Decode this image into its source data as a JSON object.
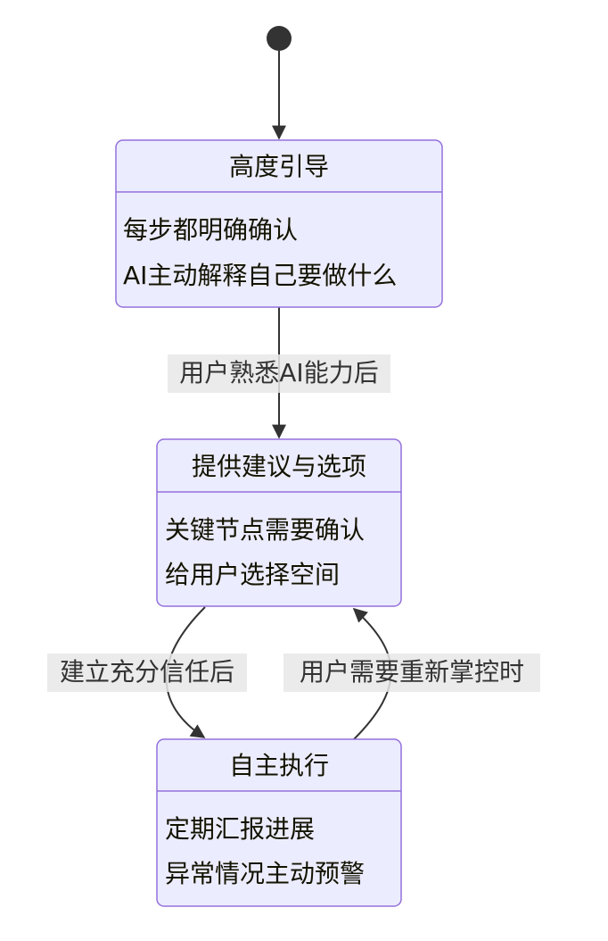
{
  "colors": {
    "state_fill": "#ECECFF",
    "state_stroke": "#9370DB",
    "edge": "#333333",
    "label_bg": "#E8E8E8"
  },
  "states": [
    {
      "title": "高度引导",
      "lines": [
        "每步都明确确认",
        "AI主动解释自己要做什么"
      ]
    },
    {
      "title": "提供建议与选项",
      "lines": [
        "关键节点需要确认",
        "给用户选择空间"
      ]
    },
    {
      "title": "自主执行",
      "lines": [
        "定期汇报进展",
        "异常情况主动预警"
      ]
    }
  ],
  "transitions": [
    {
      "label": "用户熟悉AI能力后"
    },
    {
      "label": "建立充分信任后"
    },
    {
      "label": "用户需要重新掌控时"
    }
  ]
}
